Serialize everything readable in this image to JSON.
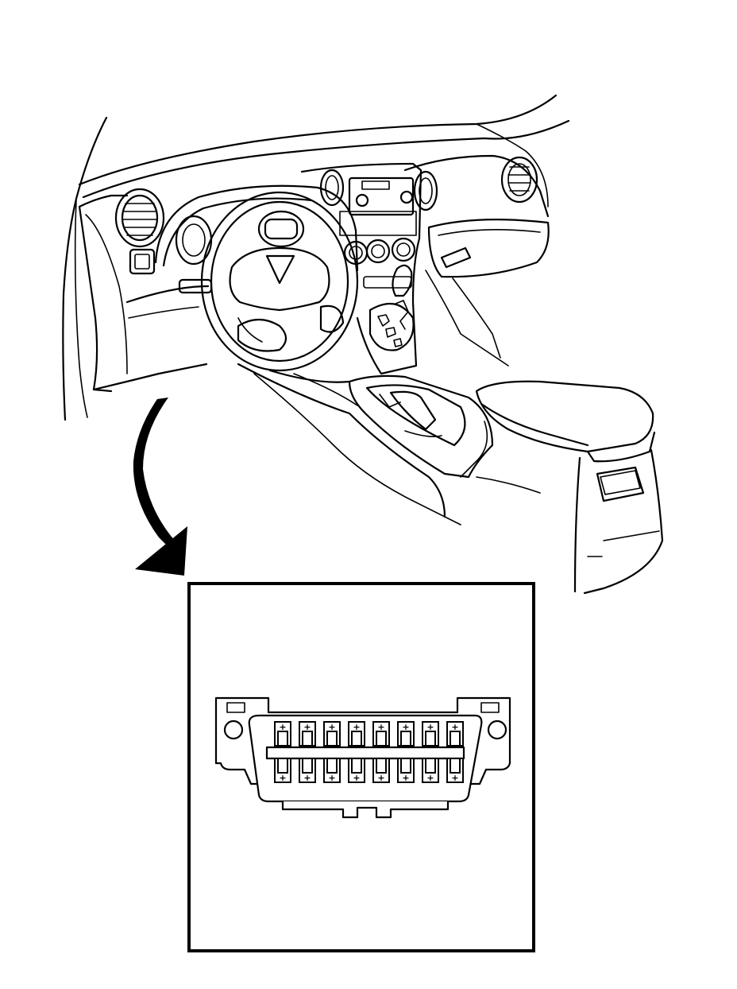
{
  "figure": {
    "view": "vehicle interior, driver side, with data link connector location under the dashboard",
    "line_color": "#000000",
    "background": "#ffffff",
    "icons": [
      "curved-arrow-icon",
      "obd-connector-icon",
      "steering-wheel-icon"
    ]
  },
  "connector": {
    "rows": 2,
    "pins_per_row": 8,
    "pin_count": 16,
    "top_pin_mark": "+",
    "bottom_pin_mark": "+"
  }
}
